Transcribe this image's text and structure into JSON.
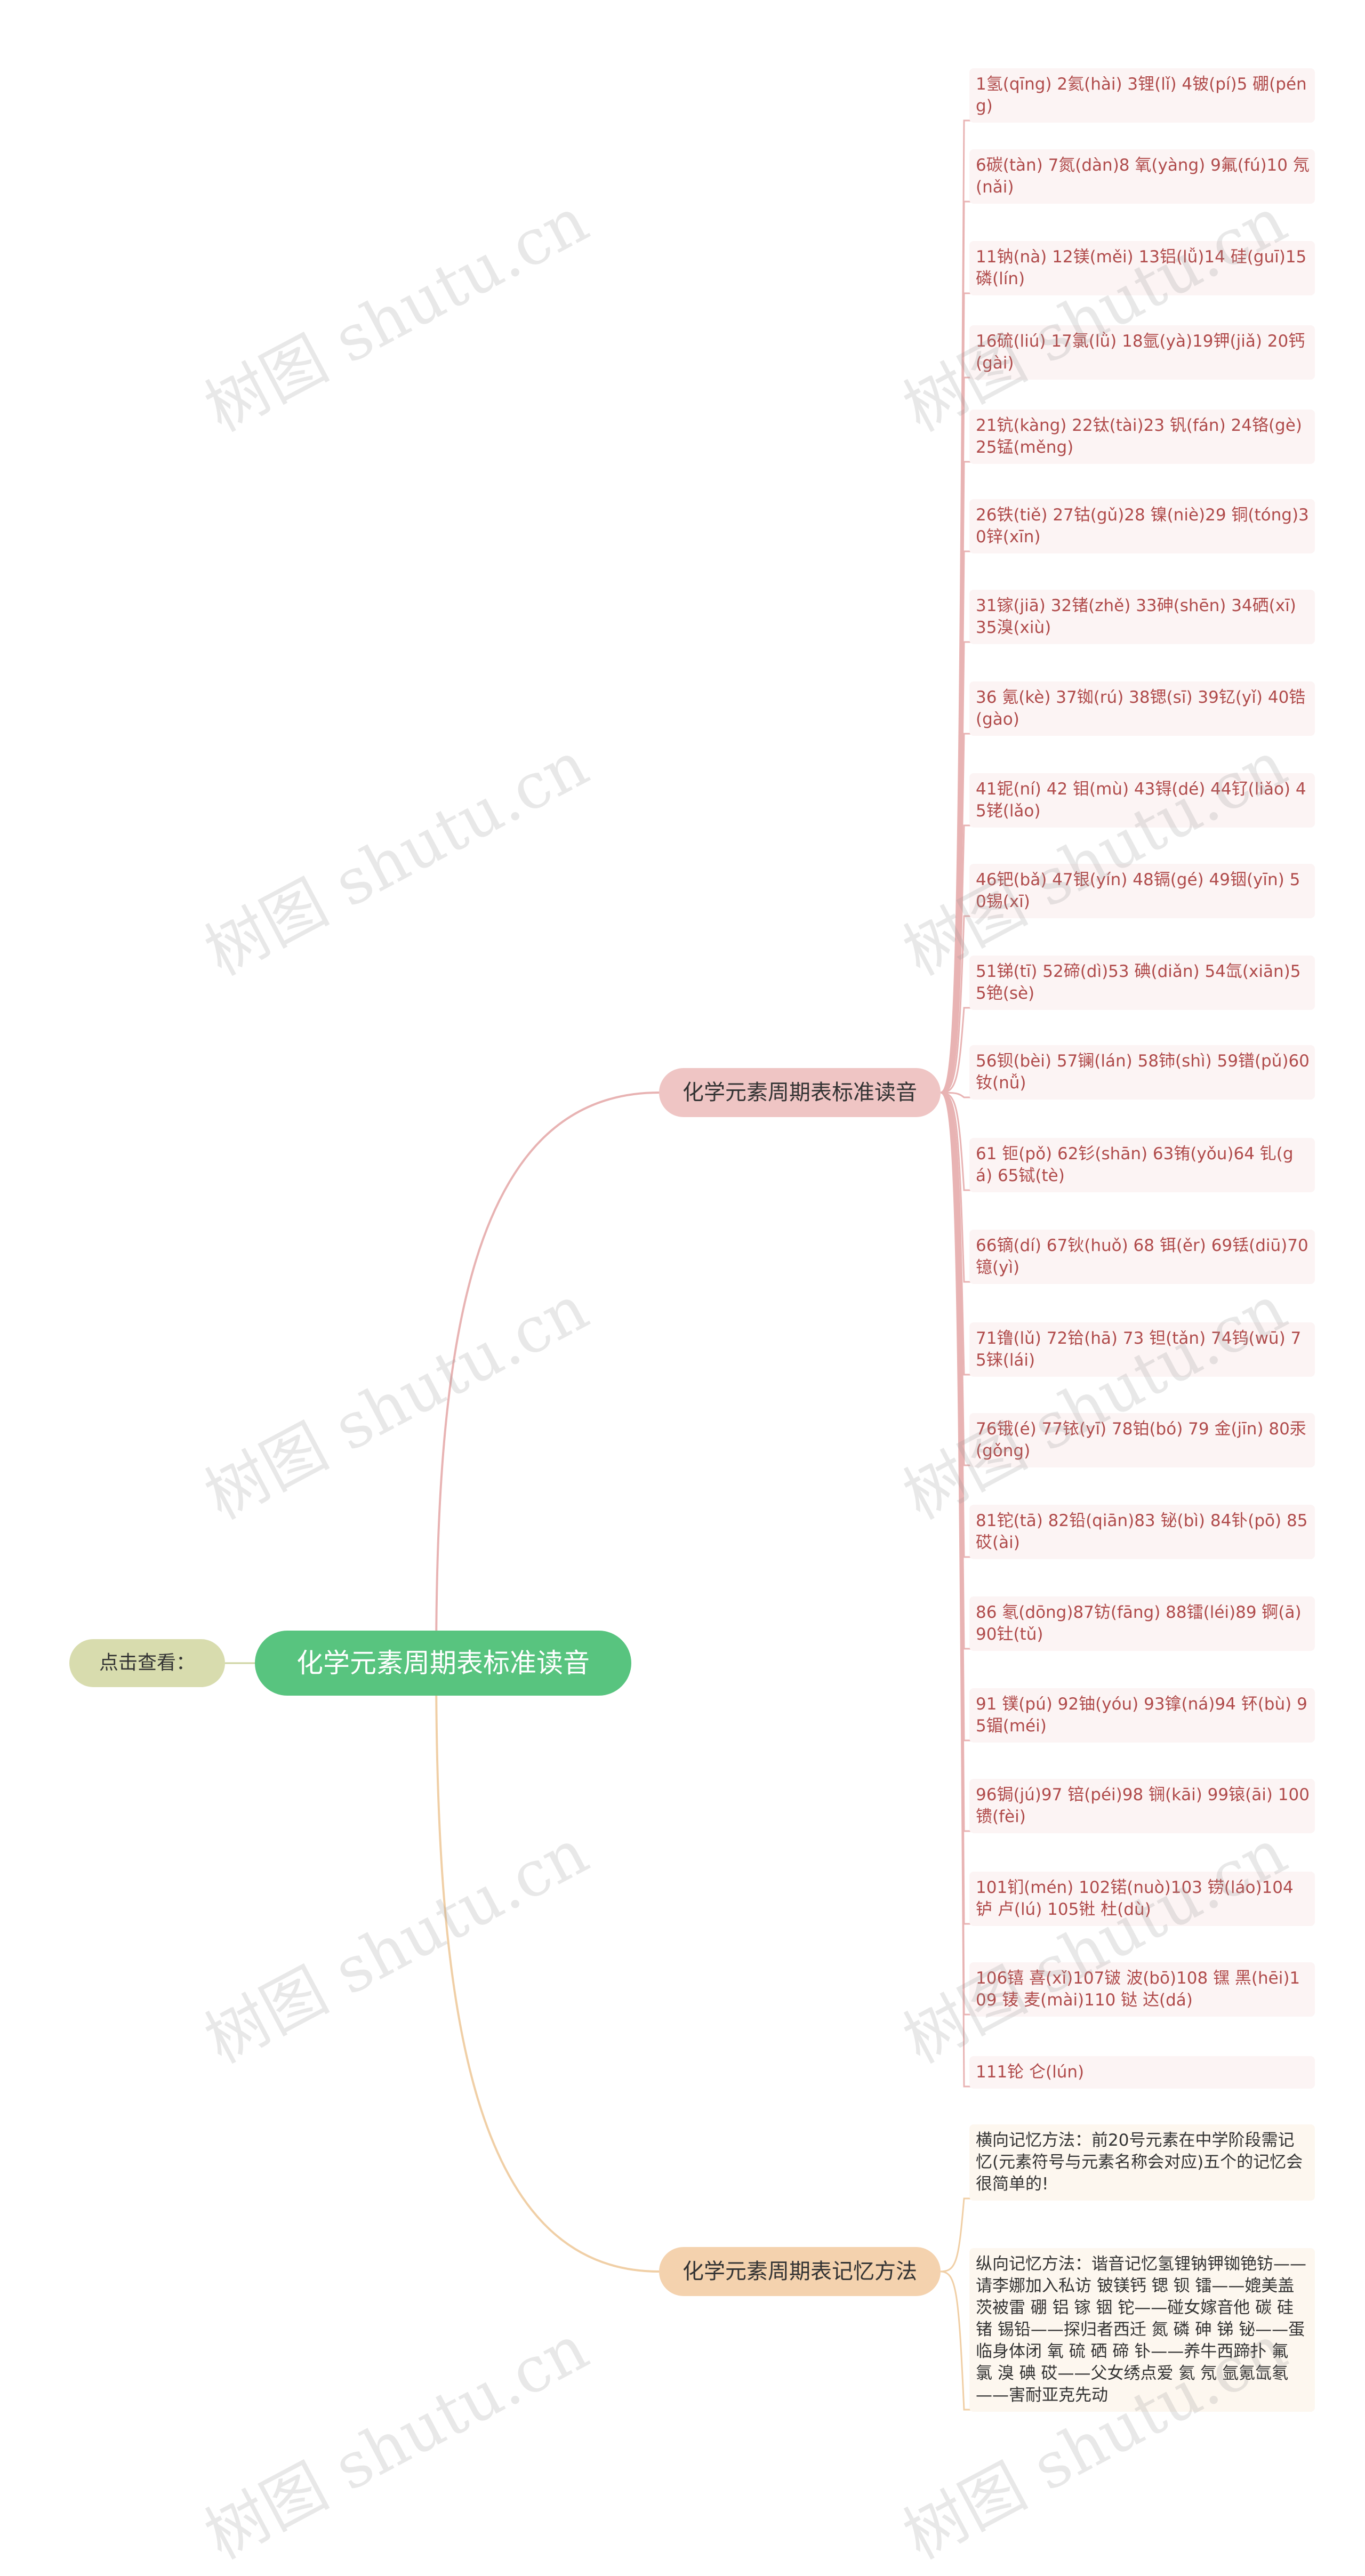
{
  "root": {
    "title": "化学元素周期表标准读音"
  },
  "hint": "点击查看：",
  "branches": [
    {
      "label": "化学元素周期表标准读音",
      "color": "#efc5c4",
      "line_color": "#e8b3b3",
      "leaves": [
        "1氢(qīng) 2氦(hài) 3锂(lǐ) 4铍(pí)5 硼(péng)",
        "6碳(tàn) 7氮(dàn)8 氧(yàng) 9氟(fú)10 氖(nǎi)",
        "11钠(nà) 12镁(měi) 13铝(lǚ)14 硅(guī)15 磷(lín)",
        "16硫(liú) 17氯(lǜ) 18氩(yà)19钾(jiǎ) 20钙(gài)",
        "21钪(kàng) 22钛(tài)23 钒(fán) 24铬(gè) 25锰(měng)",
        "26铁(tiě) 27钴(gǔ)28 镍(niè)29 铜(tóng)30锌(xīn)",
        "31镓(jiā) 32锗(zhě) 33砷(shēn) 34硒(xī) 35溴(xiù)",
        "36 氪(kè) 37铷(rú) 38锶(sī) 39钇(yǐ) 40锆(gào)",
        "41铌(ní) 42 钼(mù) 43锝(dé) 44钌(liǎo) 45铑(lǎo)",
        "46钯(bǎ) 47银(yín) 48镉(gé) 49铟(yīn) 50锡(xī)",
        "51锑(tī) 52碲(dì)53 碘(diǎn) 54氙(xiān)55铯(sè)",
        "56钡(bèi) 57镧(lán) 58铈(shì) 59镨(pǔ)60钕(nǚ)",
        "61 钷(pǒ) 62钐(shān) 63铕(yǒu)64 钆(gá) 65铽(tè)",
        "66镝(dí) 67钬(huǒ) 68 铒(ěr) 69铥(diū)70镱(yì)",
        "71镥(lǔ) 72铪(hā) 73 钽(tǎn) 74钨(wū) 75铼(lái)",
        "76锇(é) 77铱(yī) 78铂(bó) 79 金(jīn) 80汞(gǒng)",
        "81铊(tā) 82铅(qiān)83 铋(bì) 84钋(pō) 85砹(ài)",
        "86 氡(dōng)87钫(fāng) 88镭(léi)89 锕(ā) 90钍(tǔ)",
        "91 镤(pú) 92铀(yóu) 93镎(ná)94 钚(bù) 95镅(méi)",
        "96锔(jú)97 锫(péi)98 锎(kāi) 99锿(āi) 100镄(fèi)",
        "101钔(mén) 102锘(nuò)103 铹(láo)104 𬬻 卢(lú) 105𬭊 杜(dù)",
        "106𬭳 喜(xǐ)107𬭛 波(bō)108 𬭶 黑(hēi)109 鿏 麦(mài)110 𫟼 达(dá)",
        "111𬬭 仑(lún)"
      ]
    },
    {
      "label": "化学元素周期表记忆方法",
      "color": "#f4d2ae",
      "line_color": "#f0cfa6",
      "leaves": [
        "横向记忆方法：前20号元素在中学阶段需记忆(元素符号与元素名称会对应)五个的记忆会很简单的!",
        "纵向记忆方法：谐音记忆氢锂钠钾铷铯钫——请李娜加入私访 铍镁钙 锶 钡 镭——媲美盖茨被雷 硼 铝 镓 铟 铊——碰女嫁音他 碳 硅 锗 锡铅——探归者西迁 氮 磷 砷 锑 铋——蛋临身体闭 氧 硫 硒 碲 钋——养牛西蹄扑 氟 氯 溴 碘 砹——父女绣点爱 氦 氖 氩氪氙氡——害耐亚克先动"
      ]
    }
  ],
  "watermark": "树图 shutu.cn",
  "colors": {
    "root": "#58c47f",
    "hint": "#d8dcae",
    "hint_line": "#cdd3a0"
  }
}
